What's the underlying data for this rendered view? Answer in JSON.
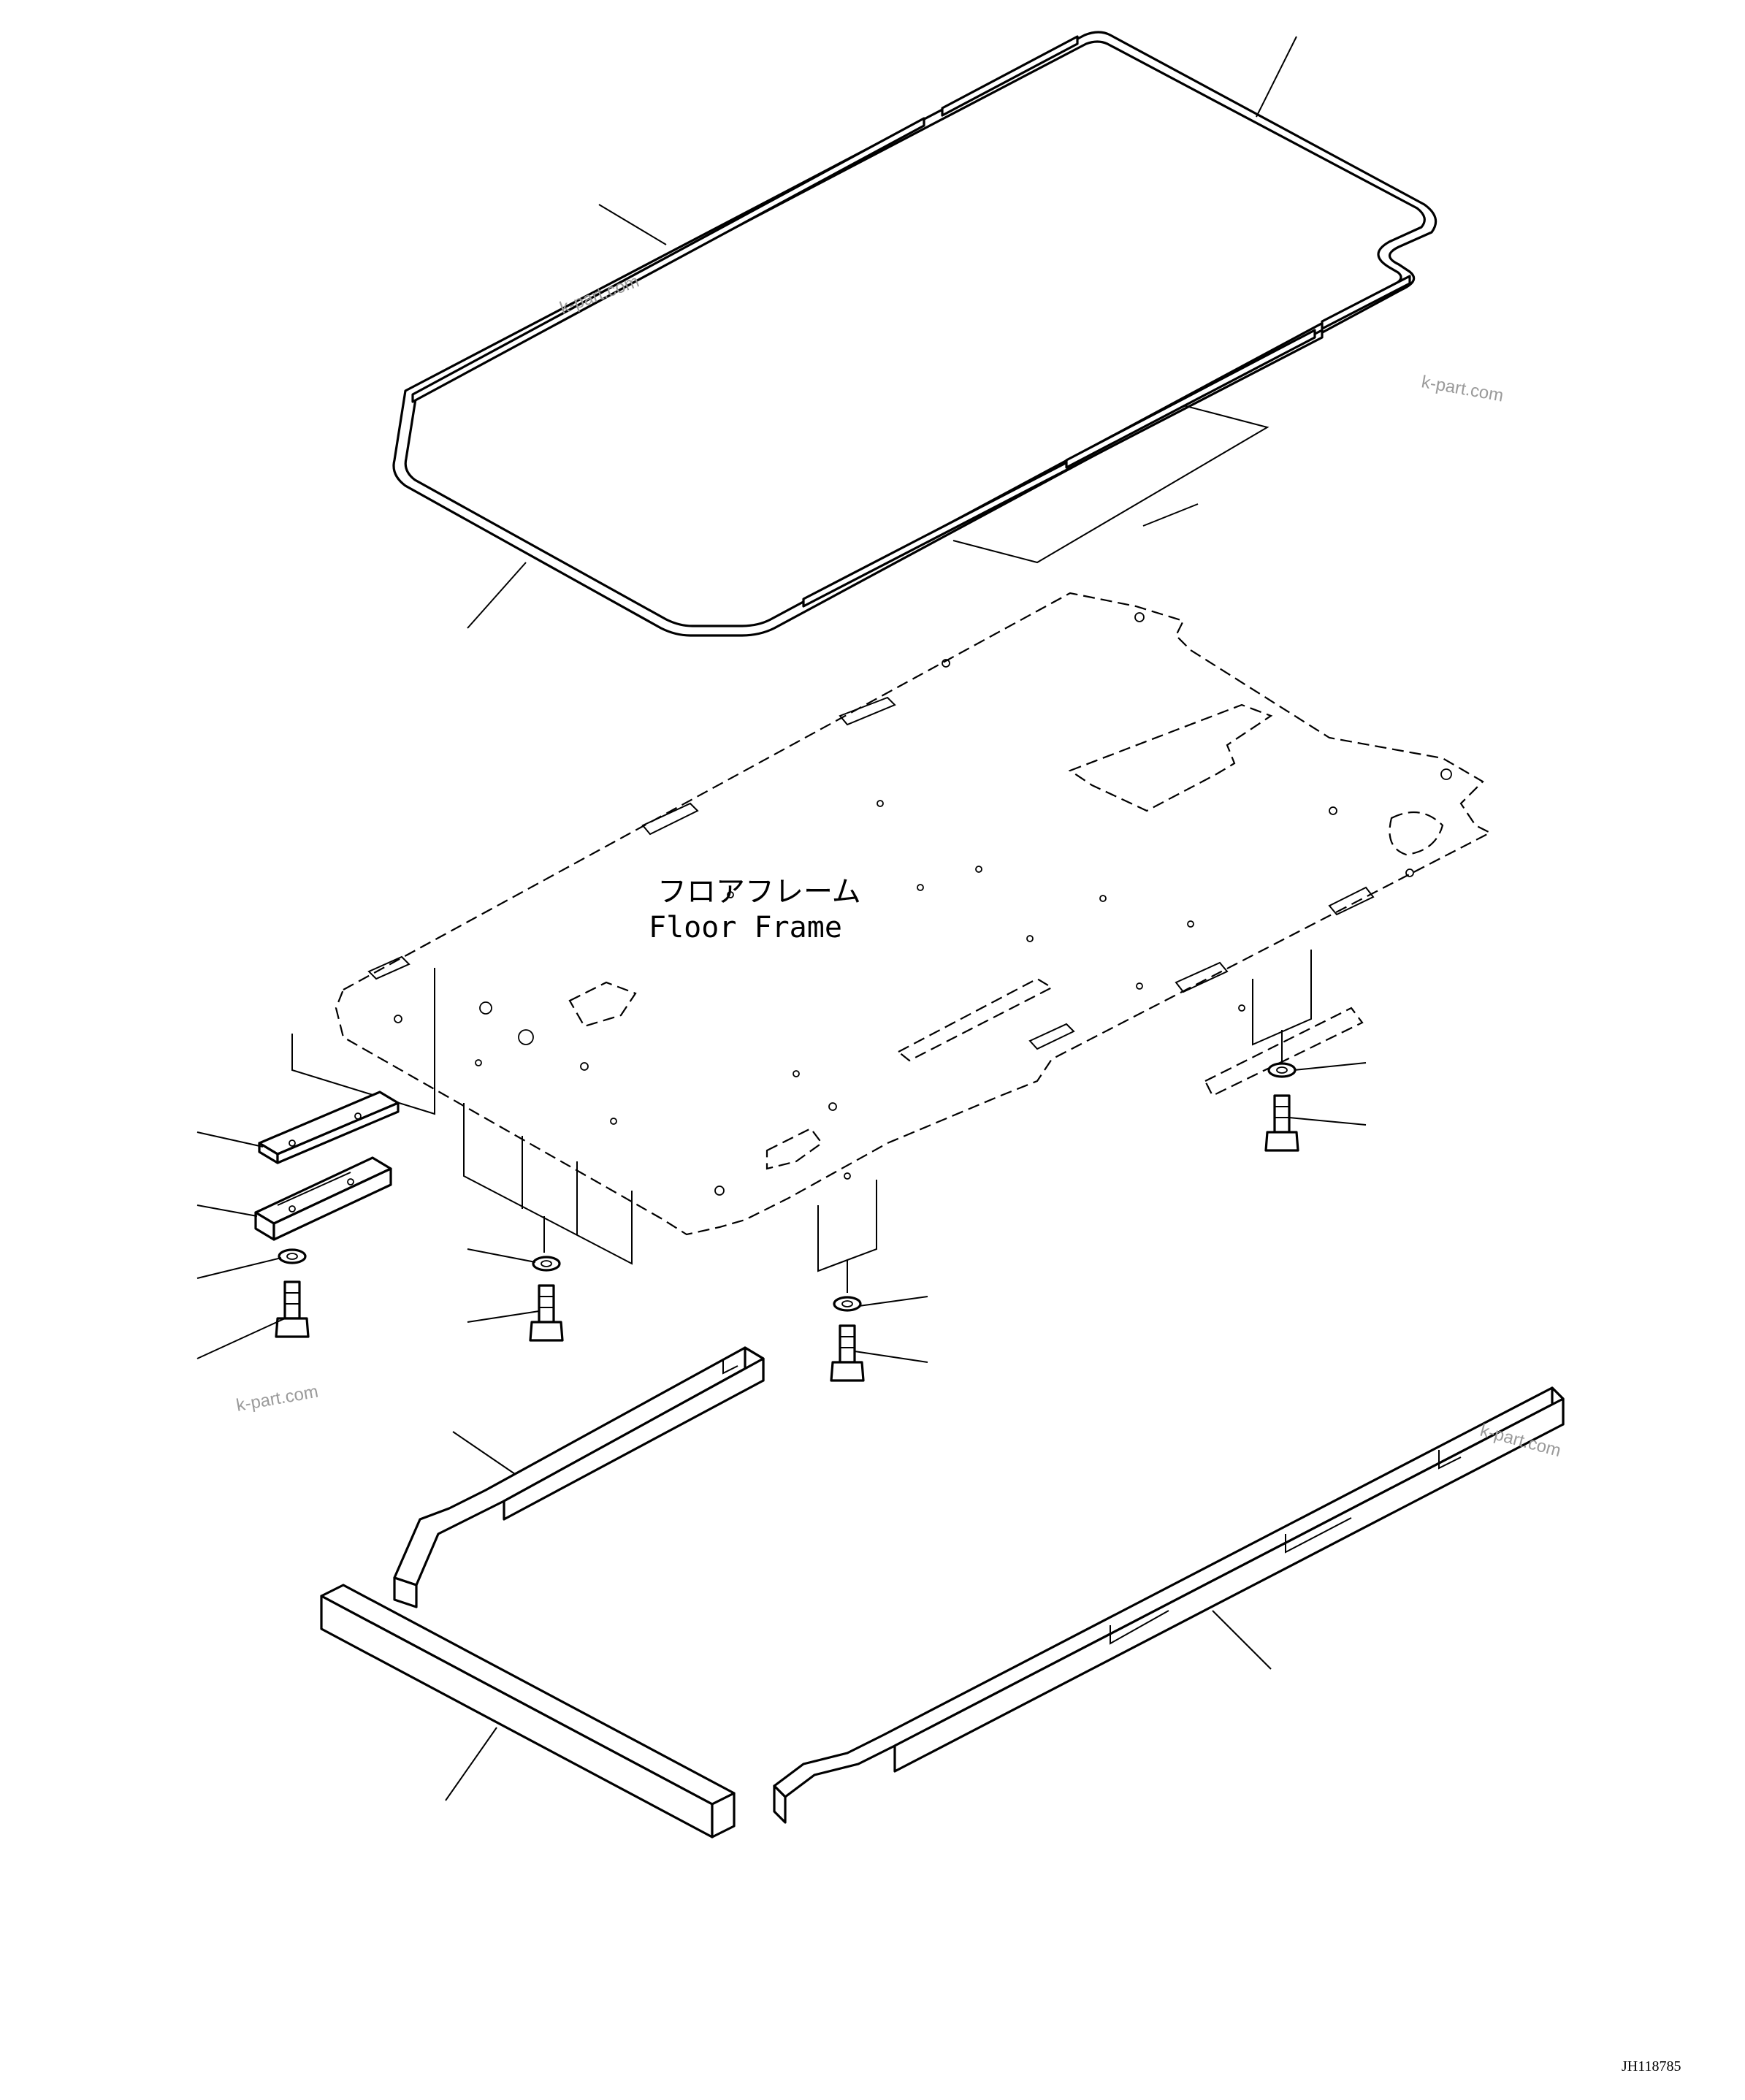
{
  "labels": {
    "floor_frame_jp": "フロアフレーム",
    "floor_frame_en": "Floor Frame"
  },
  "watermarks": [
    "k-part.com",
    "k-part.com",
    "k-part.com",
    "k-part.com"
  ],
  "drawing_code": "JH118785"
}
